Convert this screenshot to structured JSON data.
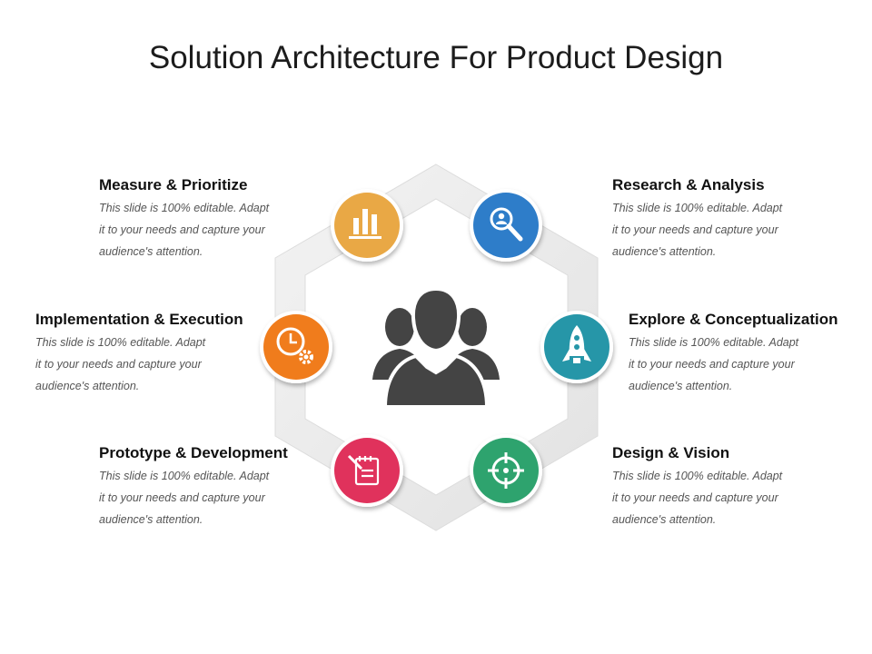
{
  "title": "Solution Architecture For Product Design",
  "center_icon": "people-group-icon",
  "items": [
    {
      "heading": "Measure & Prioritize",
      "lines": [
        "This slide is 100% editable. Adapt",
        "it to your needs and capture your",
        "audience's attention."
      ],
      "icon": "bar-chart-icon",
      "color": "#E9A844"
    },
    {
      "heading": "Research & Analysis",
      "lines": [
        "This slide is 100% editable. Adapt",
        "it to your needs and capture your",
        "audience's attention."
      ],
      "icon": "search-person-icon",
      "color": "#2E7DC9"
    },
    {
      "heading": "Implementation & Execution",
      "lines": [
        "This slide is 100% editable. Adapt",
        "it to your needs and capture your",
        "audience's attention."
      ],
      "icon": "clock-gear-icon",
      "color": "#F07C1A"
    },
    {
      "heading": "Explore & Conceptualization",
      "lines": [
        "This slide is 100% editable. Adapt",
        "it to your needs and capture your",
        "audience's attention."
      ],
      "icon": "rocket-icon",
      "color": "#2596A8"
    },
    {
      "heading": "Prototype & Development",
      "lines": [
        "This slide is 100% editable. Adapt",
        "it to your needs and capture your",
        "audience's attention."
      ],
      "icon": "notepad-icon",
      "color": "#E0325B"
    },
    {
      "heading": "Design & Vision",
      "lines": [
        "This slide is 100% editable. Adapt",
        "it to your needs and capture your",
        "audience's attention."
      ],
      "icon": "target-icon",
      "color": "#2FA36E"
    }
  ]
}
